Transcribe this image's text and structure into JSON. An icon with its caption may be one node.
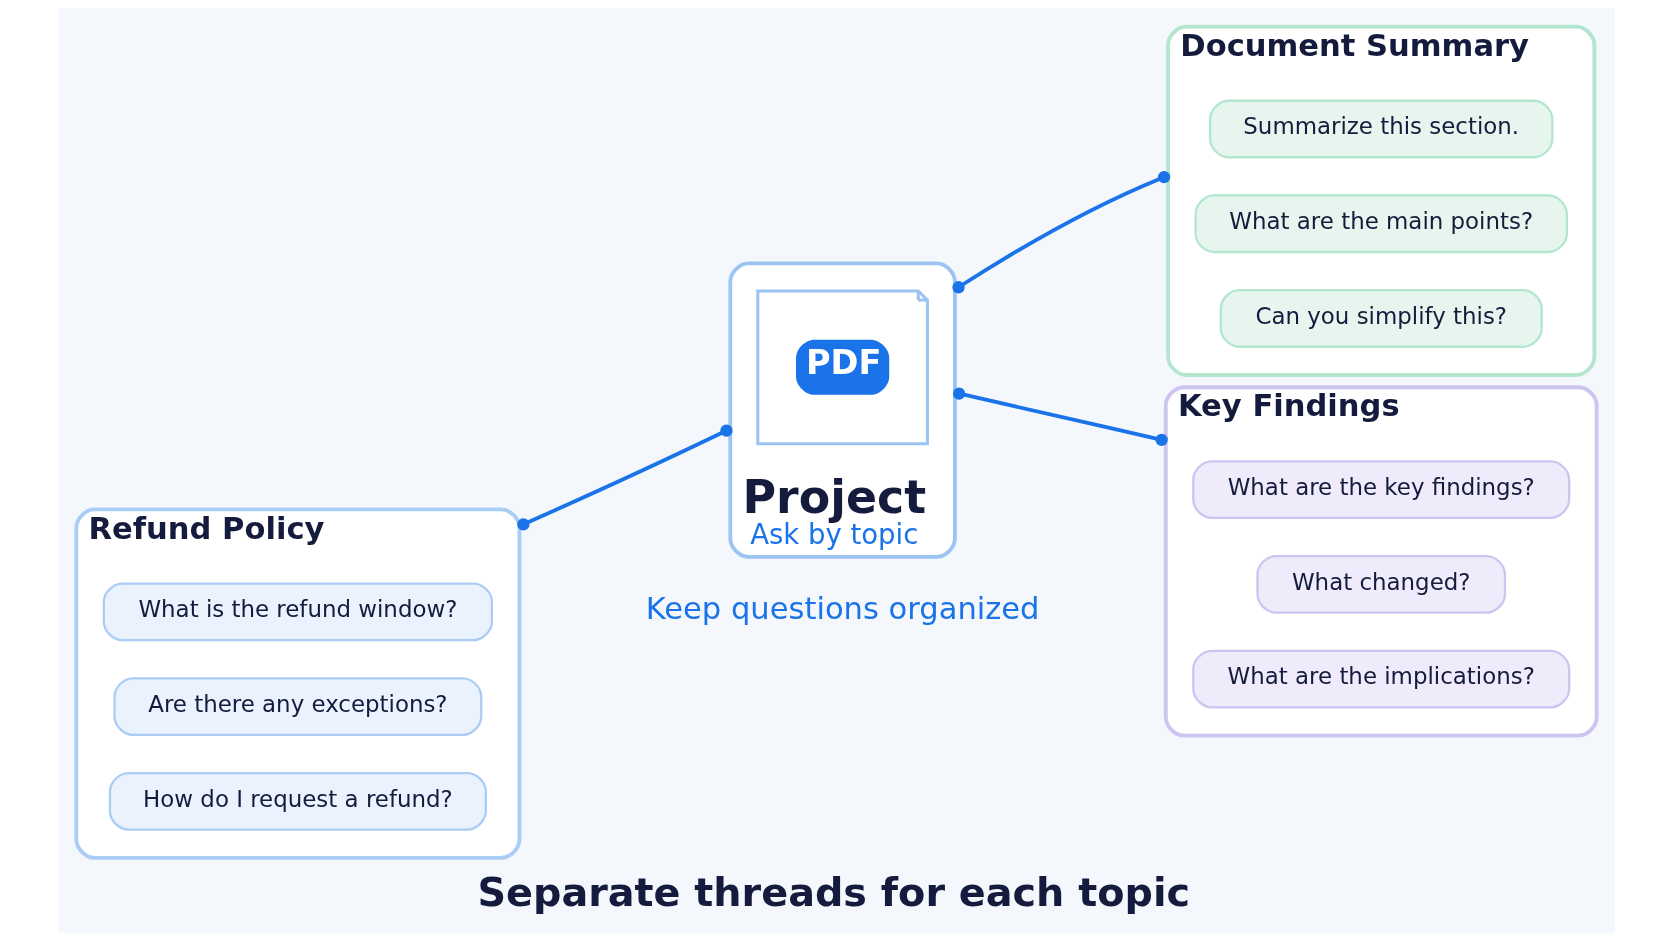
{
  "diagram": {
    "caption": "Separate threads for each topic",
    "nodes": [
      {
        "text": [
          "Refund Policy"
        ]
      },
      {
        "text": [
          "What is the refund window?"
        ],
        "in": 0
      },
      {
        "text": [
          "Are there any exceptions?"
        ],
        "in": 0
      },
      {
        "text": [
          "How do I request a refund?"
        ],
        "in": 0
      },
      {
        "text": [
          "Project",
          "Ask by topic"
        ]
      },
      {
        "text": [
          "PDF"
        ],
        "in": 4
      },
      {
        "text": [
          "Document Summary"
        ]
      },
      {
        "text": [
          "Summarize this section."
        ],
        "in": 6
      },
      {
        "text": [
          "What are the main points?"
        ],
        "in": 6
      },
      {
        "text": [
          "Can you simplify this?"
        ],
        "in": 6
      },
      {
        "text": [
          "Key Findings"
        ]
      },
      {
        "text": [
          "What are the key findings?"
        ],
        "in": 10
      },
      {
        "text": [
          "What changed?"
        ],
        "in": 10
      },
      {
        "text": [
          "What are the implications?"
        ],
        "in": 10
      }
    ],
    "edges": [
      {
        "from": 4,
        "to": 0,
        "arrow": "other"
      },
      {
        "from": 4,
        "to": 6,
        "arrow": "other"
      },
      {
        "from": 4,
        "to": 10,
        "arrow": "other"
      }
    ],
    "labels": [
      "Keep questions organized"
    ]
  }
}
